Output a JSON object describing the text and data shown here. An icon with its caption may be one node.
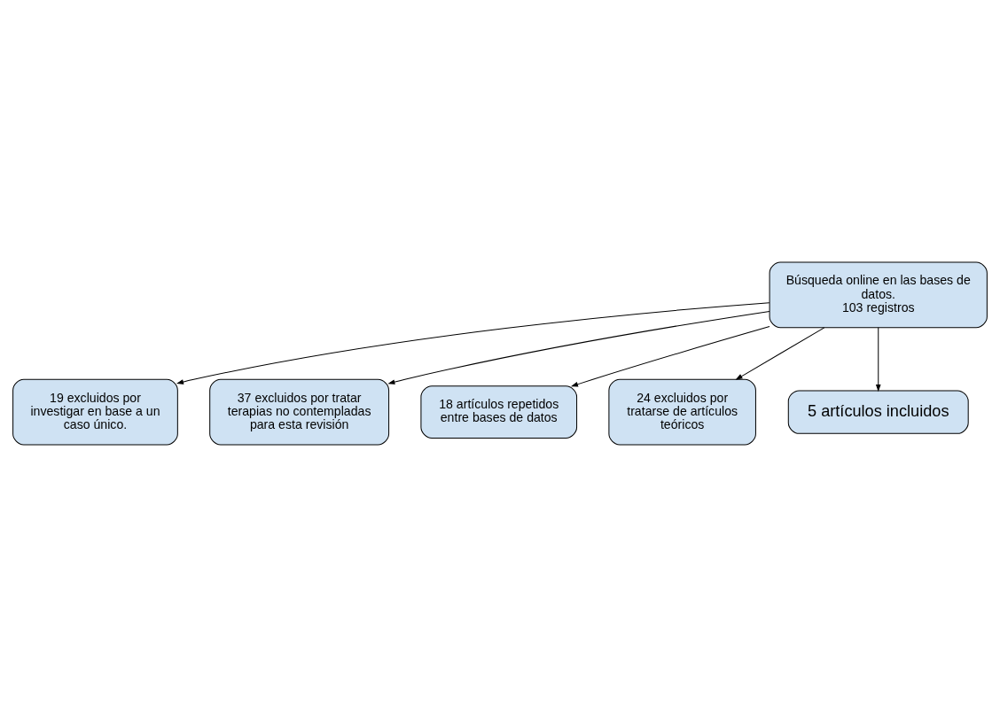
{
  "diagram": {
    "nodes": [
      {
        "text": [
          "Búsqueda online en las bases de datos.",
          "103 registros"
        ]
      },
      {
        "text": [
          "37 excluidos por tratar terapias no contempladas para esta revisión"
        ]
      },
      {
        "text": [
          "19 excluidos por investigar en base a un caso único."
        ]
      },
      {
        "text": [
          "18 artículos repetidos entre bases de datos"
        ]
      },
      {
        "text": [
          "24 excluidos por tratarse de artículos teóricos"
        ]
      },
      {
        "text": [
          "5 artículos incluidos"
        ]
      }
    ],
    "edges": [
      {
        "from": 0,
        "to": 1,
        "arrow": "to"
      },
      {
        "from": 0,
        "to": 2,
        "arrow": "to"
      },
      {
        "from": 0,
        "to": 3,
        "arrow": "to"
      },
      {
        "from": 0,
        "to": 4,
        "arrow": "to"
      },
      {
        "from": 0,
        "to": 5,
        "arrow": "to"
      }
    ]
  }
}
